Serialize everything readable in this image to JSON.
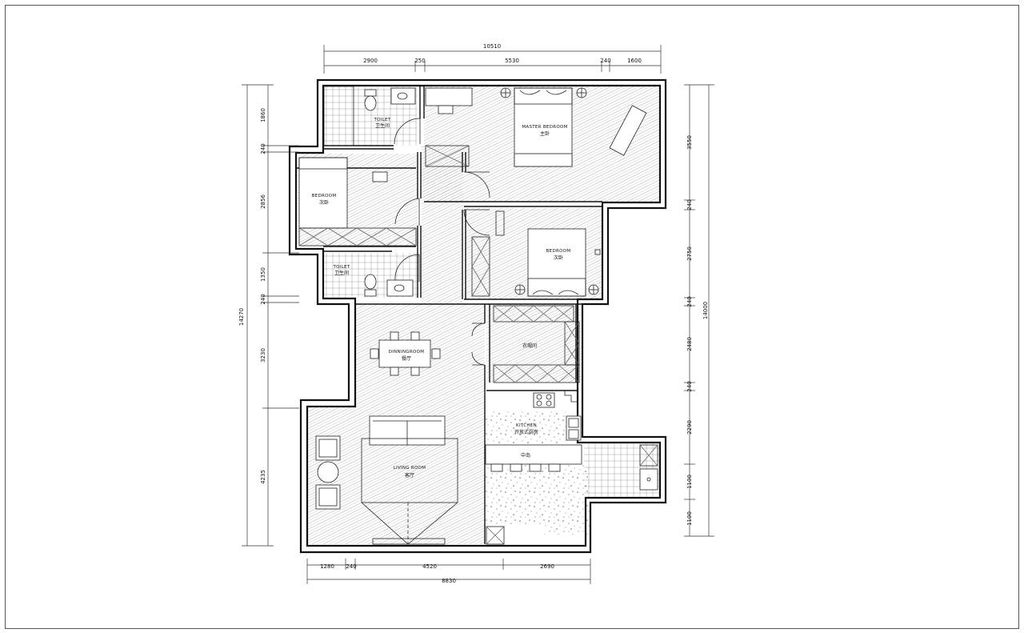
{
  "plan": {
    "colors": {
      "wall": "#111111",
      "line": "#222222",
      "hatch": "#9a9a9a",
      "border": "#555555",
      "background": "#ffffff"
    },
    "top_dimensions": {
      "overall": "10510",
      "segments": [
        "2900",
        "250",
        "5530",
        "240",
        "1600"
      ]
    },
    "bottom_dimensions": {
      "overall": "8830",
      "segments": [
        "1280",
        "240",
        "4520",
        "2690"
      ]
    },
    "left_dimensions": {
      "overall": "14270",
      "segments": [
        "1860",
        "240",
        "2856",
        "1350",
        "240",
        "3230",
        "4235"
      ]
    },
    "right_dimensions": {
      "overall": "14000",
      "segments": [
        "3550",
        "240",
        "2750",
        "240",
        "2480",
        "240",
        "2290",
        "1100",
        "1100"
      ]
    },
    "rooms": {
      "master_bedroom": {
        "en": "MASTER BEDROOM",
        "cn": "主卧"
      },
      "toilet_top": {
        "en": "TOILET",
        "cn": "卫生间"
      },
      "bedroom_left": {
        "en": "BEDROOM",
        "cn": "次卧"
      },
      "toilet_left": {
        "en": "TOILET",
        "cn": "卫生间"
      },
      "bedroom_right": {
        "en": "BEDROOM",
        "cn": "次卧"
      },
      "dining": {
        "en": "DINNINGROOM",
        "cn": "餐厅"
      },
      "cloakroom": {
        "cn": "衣帽间"
      },
      "kitchen": {
        "en": "KITCHEN",
        "cn": "开放式厨房"
      },
      "island": {
        "cn": "中岛"
      },
      "living": {
        "en": "LIVING ROOM",
        "cn": "客厅"
      }
    }
  }
}
